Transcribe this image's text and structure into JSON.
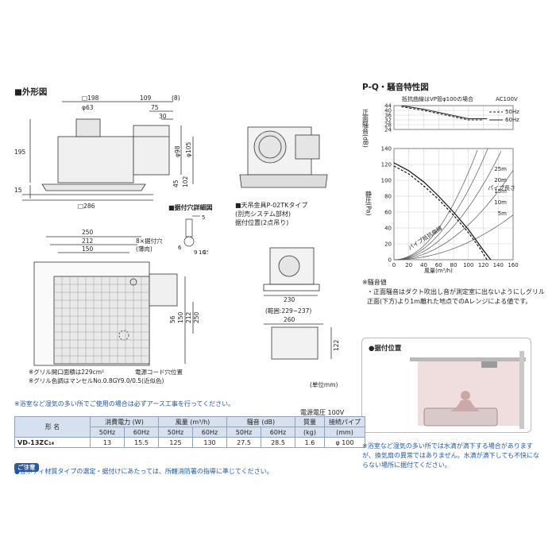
{
  "headings": {
    "outline": "■外形図",
    "pq_chart": "P-Q・騒音特性図",
    "mount_hole_detail": "■据付穴詳細図",
    "noise_value": "※騒音値",
    "install_position": "●据付位置"
  },
  "outline_dims": {
    "d198": "□198",
    "d63": "φ63",
    "d109": "109",
    "d8": "(8)",
    "d75": "75",
    "d30": "30",
    "d195": "195",
    "d98": "φ98",
    "d105": "φ105",
    "d45": "45",
    "d102": "102",
    "d15": "15",
    "d286": "□286",
    "d250": "250",
    "d212": "212",
    "d150": "150",
    "mount_holes": "8×据付穴",
    "thin_wall": "(薄肉)",
    "d56": "56",
    "d150v": "150",
    "d212v": "212",
    "d250v": "250"
  },
  "hole_detail": {
    "d5": "5",
    "d6": "6",
    "d9": "9",
    "d16": "16",
    "d25": "25"
  },
  "ceiling_bracket": {
    "line1": "■天吊金具P-02TKタイプ",
    "line2": "(別売システム部材)",
    "line3": "据付位置(2点吊り)",
    "d230": "230",
    "range": "(範囲:229~237)",
    "d260": "260",
    "d122": "122"
  },
  "grille_notes": {
    "opening_area": "※グリル開口面積は229cm²",
    "color": "※グリル色調はマンセルNo.0.8GY9.0/0.5(近似色)",
    "power_cord": "電源コード穴位置",
    "unit": "(単位mm)"
  },
  "chart_data": [
    {
      "type": "line",
      "title": "",
      "annotation": "抵抗曲線はVP管φ100の場合",
      "ac_label": "AC100V",
      "ylabel": "正面騒音(dB)",
      "ylim": [
        24,
        44
      ],
      "yticks": [
        24,
        28,
        32,
        36,
        40,
        44
      ],
      "series": [
        {
          "name": "50Hz",
          "style": "dashed",
          "x": [
            10,
            40,
            70,
            100,
            120
          ],
          "y": [
            43,
            40,
            36,
            32,
            32
          ]
        },
        {
          "name": "60Hz",
          "style": "solid",
          "x": [
            10,
            40,
            70,
            100,
            125
          ],
          "y": [
            44,
            41,
            37,
            33,
            33
          ]
        }
      ]
    },
    {
      "type": "line",
      "ylabel": "静圧(Pa)",
      "xlabel": "風量(m³/h)",
      "xlim": [
        0,
        160
      ],
      "ylim": [
        0,
        140
      ],
      "xticks": [
        0,
        20,
        40,
        60,
        80,
        100,
        120,
        140,
        160
      ],
      "yticks": [
        0,
        20,
        40,
        60,
        80,
        100,
        120,
        140
      ],
      "duct_length_title": "パイプ長さ",
      "resistance_label": "パイプ抵抗曲線",
      "series": [
        {
          "name": "50Hz",
          "style": "dashed",
          "x": [
            0,
            20,
            40,
            60,
            80,
            100,
            115,
            125
          ],
          "y": [
            118,
            108,
            93,
            76,
            56,
            34,
            15,
            0
          ]
        },
        {
          "name": "60Hz",
          "style": "solid",
          "x": [
            0,
            20,
            40,
            60,
            80,
            100,
            120,
            130
          ],
          "y": [
            122,
            112,
            98,
            80,
            60,
            38,
            12,
            0
          ]
        }
      ],
      "duct_curves": [
        {
          "label": "25m",
          "k": 0.011
        },
        {
          "label": "20m",
          "k": 0.0088
        },
        {
          "label": "15m",
          "k": 0.0066
        },
        {
          "label": "10m",
          "k": 0.0044
        },
        {
          "label": "5m",
          "k": 0.0022
        }
      ]
    }
  ],
  "noise_note": "・正面騒音はダクト吹出し音が測定室に出ないようにしグリル正面(下方)より1m離れた地点でのAレンジによる値です。",
  "spec_table": {
    "earth_note": "※浴室など湿気の多い所でご使用の場合は必ずアース工事を行ってください。",
    "voltage": "電源電圧 100V",
    "headers": {
      "model": "形 名",
      "power": "消費電力 (W)",
      "airflow": "風量 (m³/h)",
      "noise": "騒音 (dB)",
      "mass": "質量",
      "mass_unit": "(kg)",
      "pipe": "接続パイプ",
      "pipe_unit": "(mm)",
      "hz50": "50Hz",
      "hz60": "60Hz"
    },
    "row": {
      "model": "VD-13ZC",
      "model_suffix": "14",
      "power50": "13",
      "power60": "15.5",
      "air50": "125",
      "air60": "130",
      "noise50": "27.5",
      "noise60": "28.5",
      "mass": "1.6",
      "pipe": "φ 100"
    }
  },
  "caution": {
    "badge": "ご注意",
    "text": "●各ボディ材質タイプの選定・据付けにあたっては、所轄消防署の指導に準じてください。"
  },
  "install_note": "※浴室など湿気の多い所では水滴が滴下する場合がありますが、換気扇の異常ではありません。水滴が滴下しても不快にならない場所に据付てください。",
  "colors": {
    "accent_blue": "#1f58a8",
    "table_header": "#d6e0ee",
    "table_border": "#8aa2c4"
  }
}
